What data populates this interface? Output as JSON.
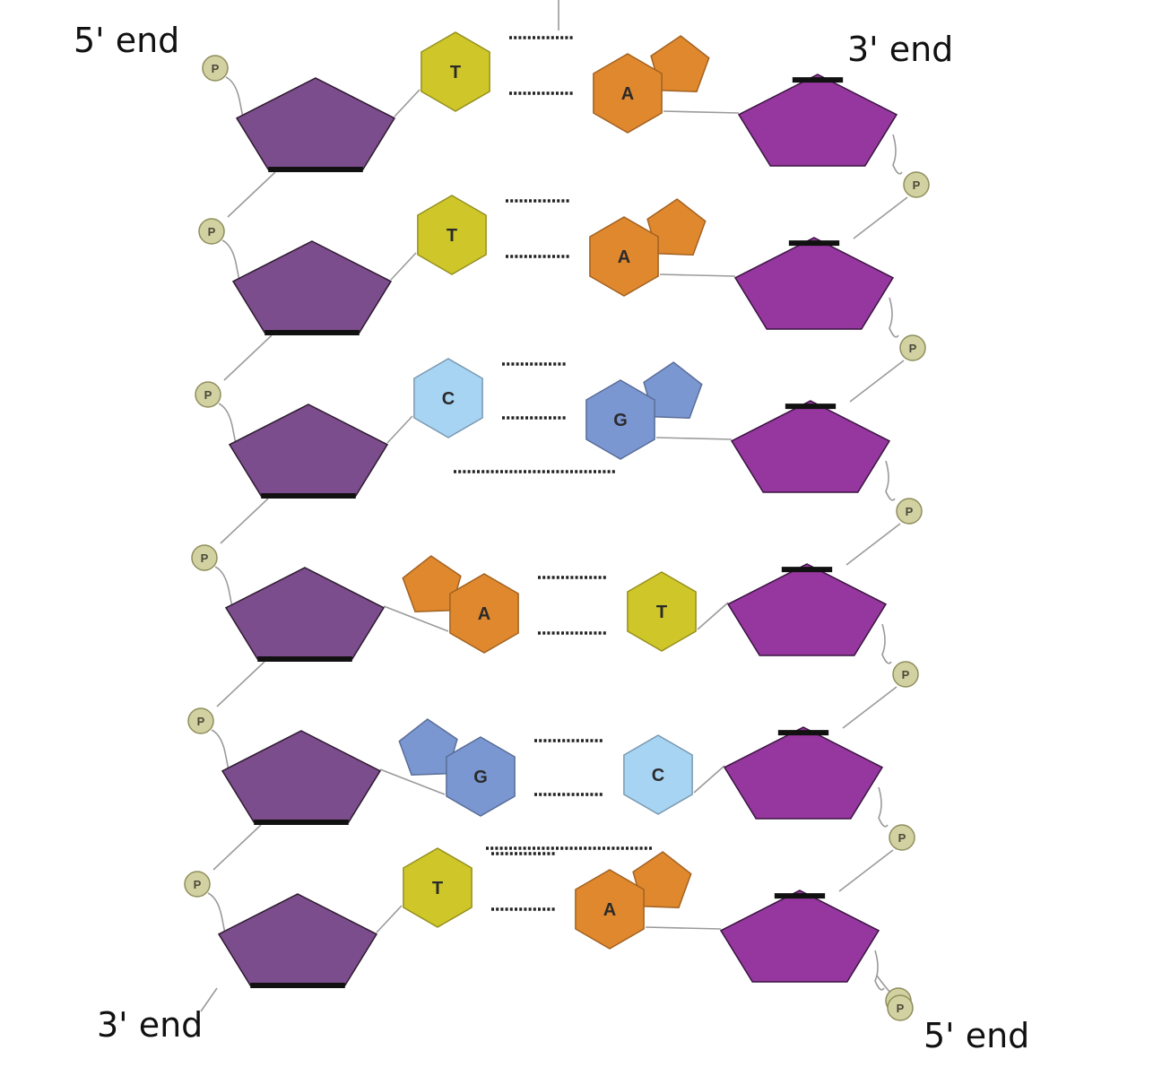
{
  "labels": {
    "top_left": "5' end",
    "top_right": "3' end",
    "bottom_left": "3' end",
    "bottom_right": "5' end"
  },
  "phosphate_label": "P",
  "base_colors": {
    "T": "#cfc72a",
    "A": "#e0882e",
    "C": "#a8d4f4",
    "G": "#7b97d2"
  },
  "sugar_colors": {
    "left_strand": "#7b4d8c",
    "right_strand": "#96379f"
  },
  "phosphate_color": "#d2d1a2",
  "base_pairs": [
    {
      "left": "T",
      "right": "A",
      "hydrogen_bonds": 2
    },
    {
      "left": "T",
      "right": "A",
      "hydrogen_bonds": 2
    },
    {
      "left": "C",
      "right": "G",
      "hydrogen_bonds": 3
    },
    {
      "left": "A",
      "right": "T",
      "hydrogen_bonds": 2
    },
    {
      "left": "G",
      "right": "C",
      "hydrogen_bonds": 3
    },
    {
      "left": "T",
      "right": "A",
      "hydrogen_bonds": 2
    }
  ]
}
